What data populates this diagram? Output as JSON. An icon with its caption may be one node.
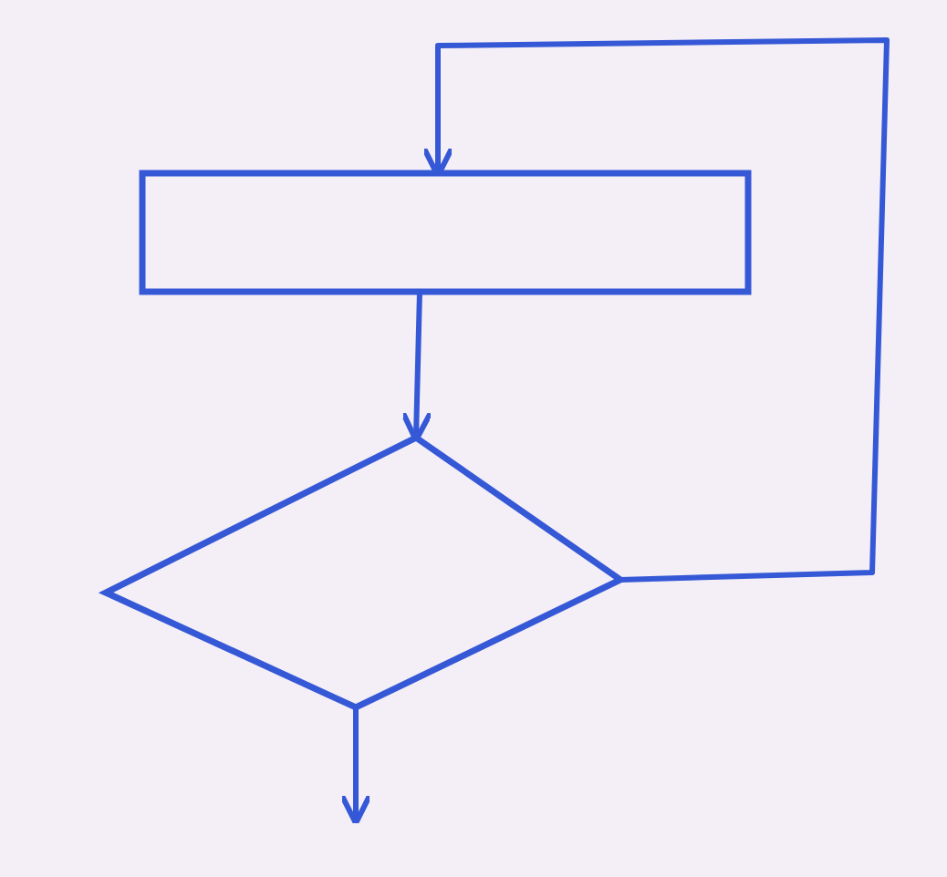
{
  "diagram": {
    "nodes": [
      {
        "text": [],
        "shape": "box"
      },
      {
        "text": [],
        "shape": "diamond"
      }
    ],
    "edges": [
      {
        "from": 0,
        "to": 1,
        "arrow": "to"
      },
      {
        "from": 1,
        "to": 0,
        "arrow": "to"
      },
      {
        "from": 1,
        "to": null,
        "arrow": "to"
      }
    ]
  }
}
